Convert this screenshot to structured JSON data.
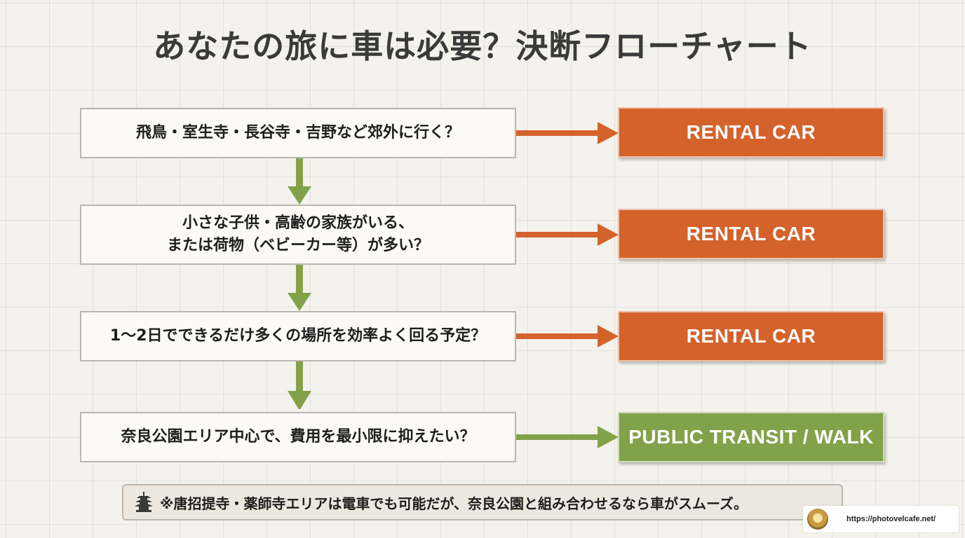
{
  "title": "あなたの旅に車は必要？決断フローチャート",
  "questions": [
    {
      "lines": [
        "飛鳥・室生寺・長谷寺・吉野など郊外に行く？"
      ]
    },
    {
      "lines": [
        "小さな子供・高齢の家族がいる、",
        "または荷物（ベビーカー等）が多い？"
      ]
    },
    {
      "lines": [
        "1〜2日でできるだけ多くの場所を効率よく回る予定？"
      ]
    },
    {
      "lines": [
        "奈良公園エリア中心で、費用を最小限に抑えたい？"
      ]
    }
  ],
  "answers": [
    "RENTAL CAR",
    "RENTAL CAR",
    "RENTAL CAR",
    "PUBLIC TRANSIT / WALK"
  ],
  "note": {
    "icon": "pagoda-icon",
    "text": "※唐招提寺・薬師寺エリアは電車でも可能だが、奈良公園と組み合わせるなら車がスムーズ。"
  },
  "badge": {
    "url": "https://photovelcafe.net/",
    "logo": "site-logo"
  },
  "colors": {
    "rental": "#d4622b",
    "transit": "#82a24a",
    "flow_arrow": "#82a24a",
    "text": "#1e1e1e"
  }
}
